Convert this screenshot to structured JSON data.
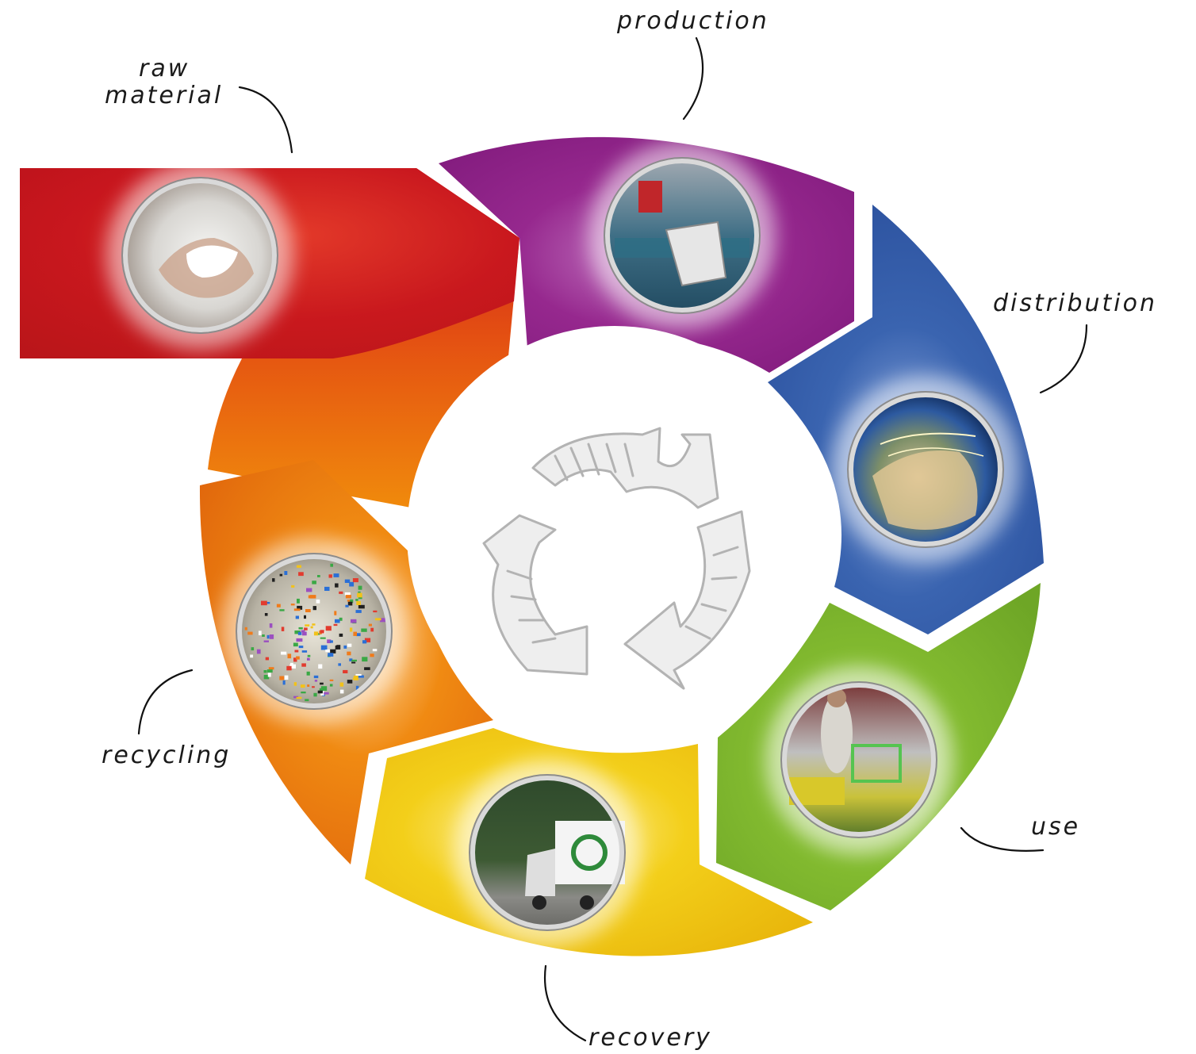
{
  "stages": [
    {
      "id": "raw-material",
      "label_lines": [
        "raw",
        "material"
      ],
      "color": "#c8161e",
      "icon": "plastic-pellets-photo"
    },
    {
      "id": "production",
      "label_lines": [
        "production"
      ],
      "color": "#8e1f86",
      "icon": "factory-production-photo"
    },
    {
      "id": "distribution",
      "label_lines": [
        "distribution"
      ],
      "color": "#2f5aa8",
      "icon": "globe-photo"
    },
    {
      "id": "use",
      "label_lines": [
        "use"
      ],
      "color": "#7ab42a",
      "icon": "supermarket-shopper-photo"
    },
    {
      "id": "recovery",
      "label_lines": [
        "recovery"
      ],
      "color": "#efc40e",
      "icon": "recycling-truck-photo"
    },
    {
      "id": "recycling",
      "label_lines": [
        "recycling"
      ],
      "color": "#ec7d0c",
      "icon": "recycled-plastic-flakes-photo"
    }
  ],
  "center_icon": "recycling-arrows-sketch-icon"
}
